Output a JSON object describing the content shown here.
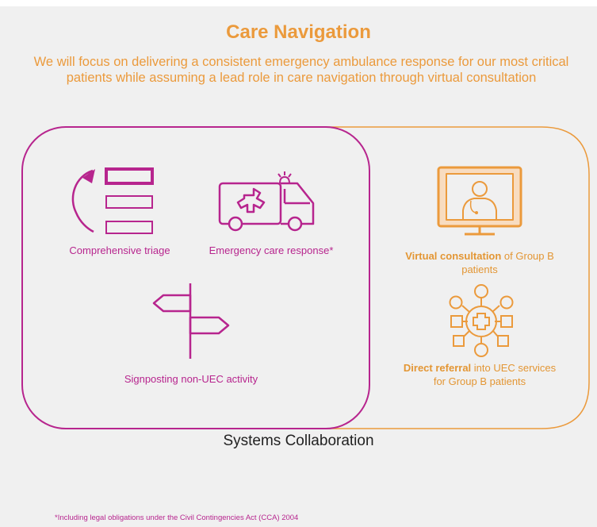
{
  "title": "Care Navigation",
  "subtitle": "We will focus on delivering a consistent emergency ambulance response for our most critical patients while assuming a lead role in care navigation through virtual consultation",
  "colors": {
    "magenta": "#b7258e",
    "orange": "#eb9a3c",
    "background": "#f0f0f0"
  },
  "left_group": {
    "items": [
      {
        "icon": "triage-list-icon",
        "label": "Comprehensive triage"
      },
      {
        "icon": "ambulance-icon",
        "label": "Emergency care response*"
      },
      {
        "icon": "signpost-icon",
        "label": "Signposting non-UEC activity"
      }
    ]
  },
  "right_group": {
    "items": [
      {
        "icon": "virtual-consultation-monitor-icon",
        "label_bold": "Virtual consultation",
        "label_rest": " of Group B patients"
      },
      {
        "icon": "referral-network-icon",
        "label_bold": "Direct referral",
        "label_rest": " into UEC services for Group B patients"
      }
    ]
  },
  "systems_label": "Systems Collaboration",
  "footnote": "*Including legal obligations under the Civil Contingencies Act (CCA) 2004"
}
